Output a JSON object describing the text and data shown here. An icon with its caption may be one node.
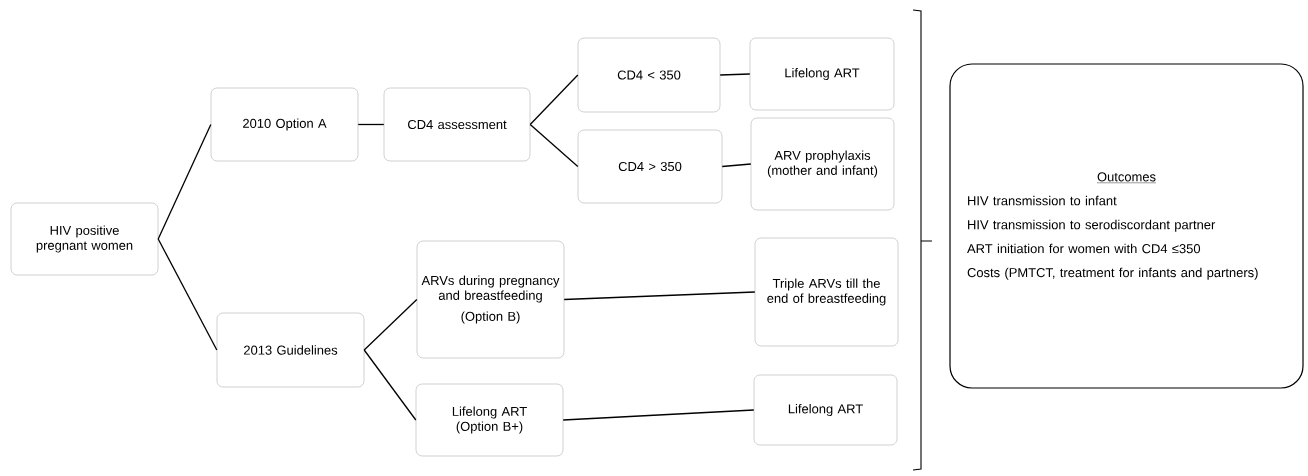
{
  "diagram": {
    "nodes": [
      {
        "text": [
          "HIV positive pregnant women"
        ]
      },
      {
        "text": [
          "2010 Option A"
        ]
      },
      {
        "text": [
          "CD4 assessment"
        ]
      },
      {
        "text": [
          "CD4 < 350"
        ]
      },
      {
        "text": [
          "CD4 > 350"
        ]
      },
      {
        "text": [
          "Lifelong ART"
        ]
      },
      {
        "text": [
          "ARV prophylaxis (mother and infant)"
        ]
      },
      {
        "text": [
          "2013 Guidelines"
        ]
      },
      {
        "text": [
          "ARVs during pregnancy and breastfeeding",
          "(Option B)"
        ]
      },
      {
        "text": [
          "Lifelong ART (Option B+)"
        ]
      },
      {
        "text": [
          "Triple ARVs till the end of breastfeeding"
        ]
      },
      {
        "text": [
          "Lifelong ART"
        ]
      },
      {
        "text": [
          "Outcomes",
          "HIV transmission to infant",
          "HIV transmission to serodiscordant partner",
          "ART initiation for women with CD4 ≤350",
          "Costs (PMTCT, treatment for infants and partners)"
        ]
      }
    ],
    "edges": [
      {
        "from": 0,
        "to": 1,
        "arrow": "none"
      },
      {
        "from": 0,
        "to": 7,
        "arrow": "none"
      },
      {
        "from": 1,
        "to": 2,
        "arrow": "none"
      },
      {
        "from": 2,
        "to": 3,
        "arrow": "none"
      },
      {
        "from": 2,
        "to": 4,
        "arrow": "none"
      },
      {
        "from": 3,
        "to": 5,
        "arrow": "none"
      },
      {
        "from": 4,
        "to": 6,
        "arrow": "none"
      },
      {
        "from": 7,
        "to": 8,
        "arrow": "none"
      },
      {
        "from": 7,
        "to": 9,
        "arrow": "none"
      },
      {
        "from": 8,
        "to": 10,
        "arrow": "none"
      },
      {
        "from": 9,
        "to": 11,
        "arrow": "none"
      }
    ]
  }
}
